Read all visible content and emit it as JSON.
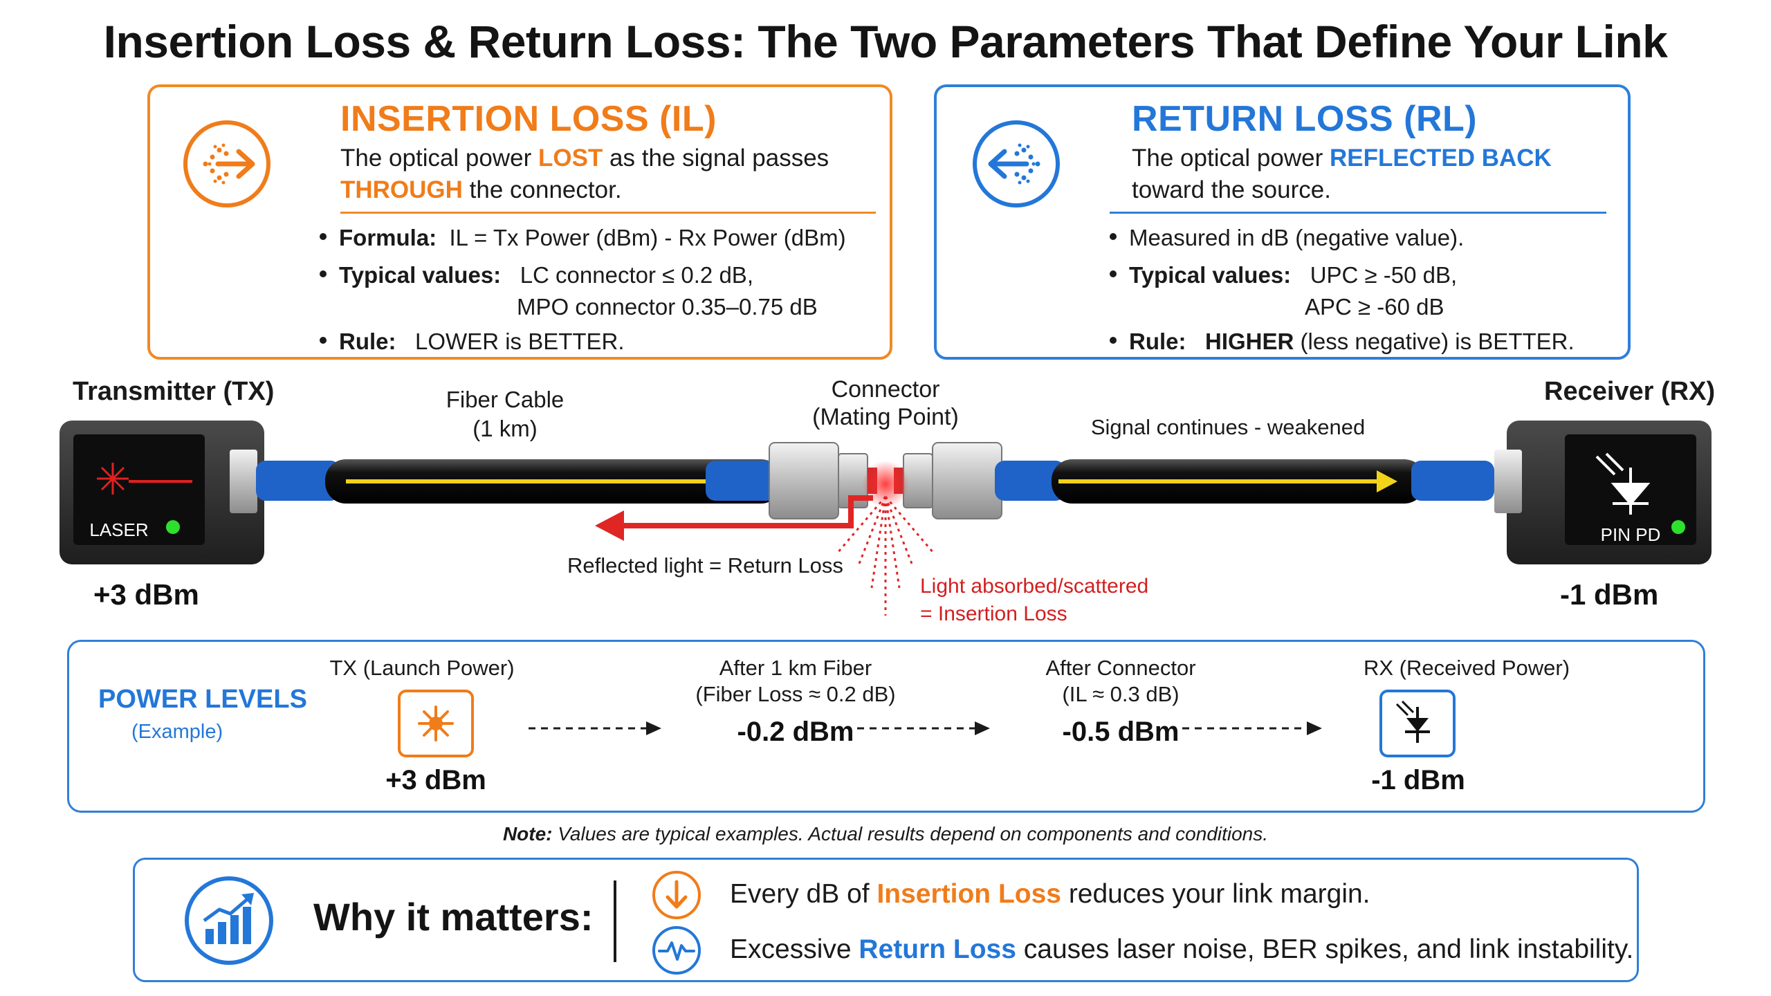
{
  "title": "Insertion Loss & Return Loss: The Two Parameters That Define Your Link",
  "insertion_loss": {
    "heading": "INSERTION LOSS (IL)",
    "desc_1a": "The optical power ",
    "desc_1b": "LOST",
    "desc_1c": " as the signal passes",
    "desc_2a": "THROUGH",
    "desc_2b": " the connector.",
    "formula_label": "Formula:",
    "formula_value": "IL = Tx Power (dBm) - Rx Power (dBm)",
    "typical_label": "Typical values:",
    "typical_1": "LC connector ≤ 0.2 dB,",
    "typical_2": "MPO connector 0.35–0.75 dB",
    "rule_label": "Rule:",
    "rule_value": "LOWER is BETTER.",
    "icon": "arrow-through-dots-icon",
    "color": "#f07c1a"
  },
  "return_loss": {
    "heading": "RETURN LOSS (RL)",
    "desc_1a": "The optical power ",
    "desc_1b": "REFLECTED BACK",
    "desc_2": "toward the source.",
    "measured": "Measured in dB (negative value).",
    "typical_label": "Typical values:",
    "typical_1": "UPC ≥ -50 dB,",
    "typical_2": "APC ≥ -60 dB",
    "rule_label": "Rule:",
    "rule_value_b": "HIGHER",
    "rule_value_rest": " (less negative) is BETTER.",
    "icon": "arrow-back-dots-icon",
    "color": "#2377d8"
  },
  "link": {
    "tx_label": "Transmitter (TX)",
    "tx_device_text": "LASER",
    "tx_power": "+3 dBm",
    "fiber_label_1": "Fiber Cable",
    "fiber_label_2": "(1 km)",
    "connector_label_1": "Connector",
    "connector_label_2": "(Mating Point)",
    "signal_label": "Signal continues - weakened",
    "reflected_label": "Reflected light = Return Loss",
    "absorbed_label_1": "Light absorbed/scattered",
    "absorbed_label_2": "= Insertion Loss",
    "rx_label": "Receiver (RX)",
    "rx_device_text": "PIN PD",
    "rx_power": "-1 dBm"
  },
  "power_levels": {
    "heading": "POWER LEVELS",
    "sub": "(Example)",
    "stages": [
      {
        "label_1": "TX (Launch Power)",
        "label_2": "",
        "value": "+3 dBm"
      },
      {
        "label_1": "After 1 km Fiber",
        "label_2": "(Fiber Loss ≈ 0.2 dB)",
        "value": "-0.2 dBm"
      },
      {
        "label_1": "After Connector",
        "label_2": "(IL ≈ 0.3 dB)",
        "value": "-0.5 dBm"
      },
      {
        "label_1": "RX (Received Power)",
        "label_2": "",
        "value": "-1 dBm"
      }
    ]
  },
  "note": {
    "label": "Note:",
    "text": " Values are typical examples. Actual results depend on components and conditions."
  },
  "why": {
    "heading": "Why it matters:",
    "line1_a": "Every dB of ",
    "line1_b": "Insertion Loss",
    "line1_c": " reduces your link margin.",
    "line2_a": "Excessive ",
    "line2_b": "Return Loss",
    "line2_c": " causes laser noise, BER spikes, and link instability."
  }
}
